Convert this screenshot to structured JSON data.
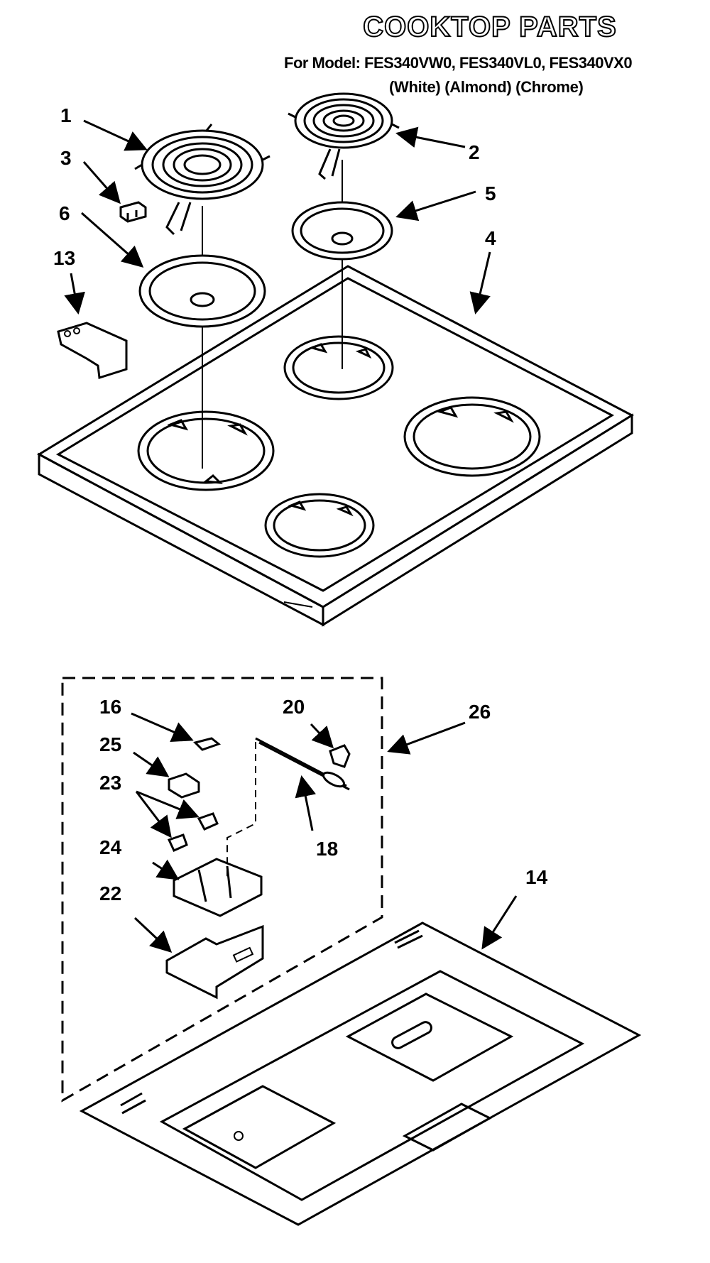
{
  "header": {
    "title": "COOKTOP PARTS",
    "models_line": "For Model: FES340VW0, FES340VL0, FES340VX0",
    "finishes_line": "(White) (Almond) (Chrome)"
  },
  "callouts": {
    "c1": "1",
    "c2": "2",
    "c3": "3",
    "c4": "4",
    "c5": "5",
    "c6": "6",
    "c13": "13",
    "c14": "14",
    "c16": "16",
    "c18": "18",
    "c20": "20",
    "c22": "22",
    "c23": "23",
    "c24": "24",
    "c25": "25",
    "c26": "26"
  }
}
